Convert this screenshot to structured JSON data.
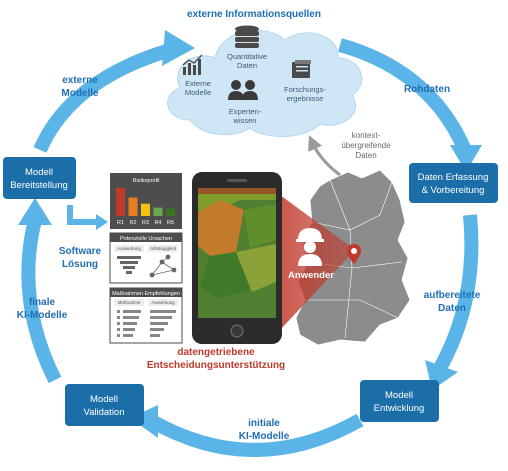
{
  "title": "externe Informationsquellen",
  "cloud": {
    "items": [
      {
        "id": "externe-modelle",
        "lines": [
          "Externe",
          "Modelle"
        ],
        "icon": "chart-icon"
      },
      {
        "id": "quantitative-daten",
        "lines": [
          "Quantitative",
          "Daten"
        ],
        "icon": "database-icon"
      },
      {
        "id": "forschungsergebnisse",
        "lines": [
          "Forschungs-",
          "ergebnisse"
        ],
        "icon": "folder-icon"
      },
      {
        "id": "expertenwissen",
        "lines": [
          "Experten-",
          "wissen"
        ],
        "icon": "people-icon"
      }
    ]
  },
  "boxes": {
    "bereitstellung": [
      "Modell",
      "Bereitstellung"
    ],
    "erfassung": [
      "Daten Erfassung",
      "& Vorbereitung"
    ],
    "entwicklung": [
      "Modell",
      "Entwicklung"
    ],
    "validation": [
      "Modell",
      "Validation"
    ]
  },
  "labels": {
    "externe_modelle": [
      "externe",
      "Modelle"
    ],
    "rohdaten": [
      "Rohdaten"
    ],
    "kontext": [
      "kontext-",
      "übergreifende",
      "Daten"
    ],
    "aufbereitete": [
      "aufbereitete",
      "Daten"
    ],
    "initiale": [
      "initiale",
      "KI-Modelle"
    ],
    "finale": [
      "finale",
      "KI-Modelle"
    ],
    "software": [
      "Software",
      "Lösung"
    ],
    "center": [
      "datengetriebene",
      "Entscheidungsunterstützung"
    ],
    "anwender": "Anwender"
  },
  "panels": {
    "risk": {
      "title": "Risikoprofil",
      "bars": [
        {
          "label": "R1",
          "value": 5,
          "color": "#c0392b"
        },
        {
          "label": "R2",
          "value": 3.3,
          "color": "#e67e22"
        },
        {
          "label": "R3",
          "value": 2.2,
          "color": "#f1c40f"
        },
        {
          "label": "R4",
          "value": 1.5,
          "color": "#6aa84f"
        },
        {
          "label": "R5",
          "value": 1.3,
          "color": "#38761d"
        }
      ]
    },
    "causes": {
      "title": "Potenzielle Ursachen",
      "left": "Auswertung",
      "right": "Abhängigkeit"
    },
    "measures": {
      "title": "Maßnahmen Empfehlungen",
      "left": "Maßnahme",
      "right": "Auswirkung"
    }
  },
  "colors": {
    "ring": "#5ab4e8",
    "box": "#1c6ea9",
    "label": "#1f6fb5",
    "center": "#c0392b",
    "cloud": "#cfe6f7",
    "beam": "#c0392b"
  }
}
